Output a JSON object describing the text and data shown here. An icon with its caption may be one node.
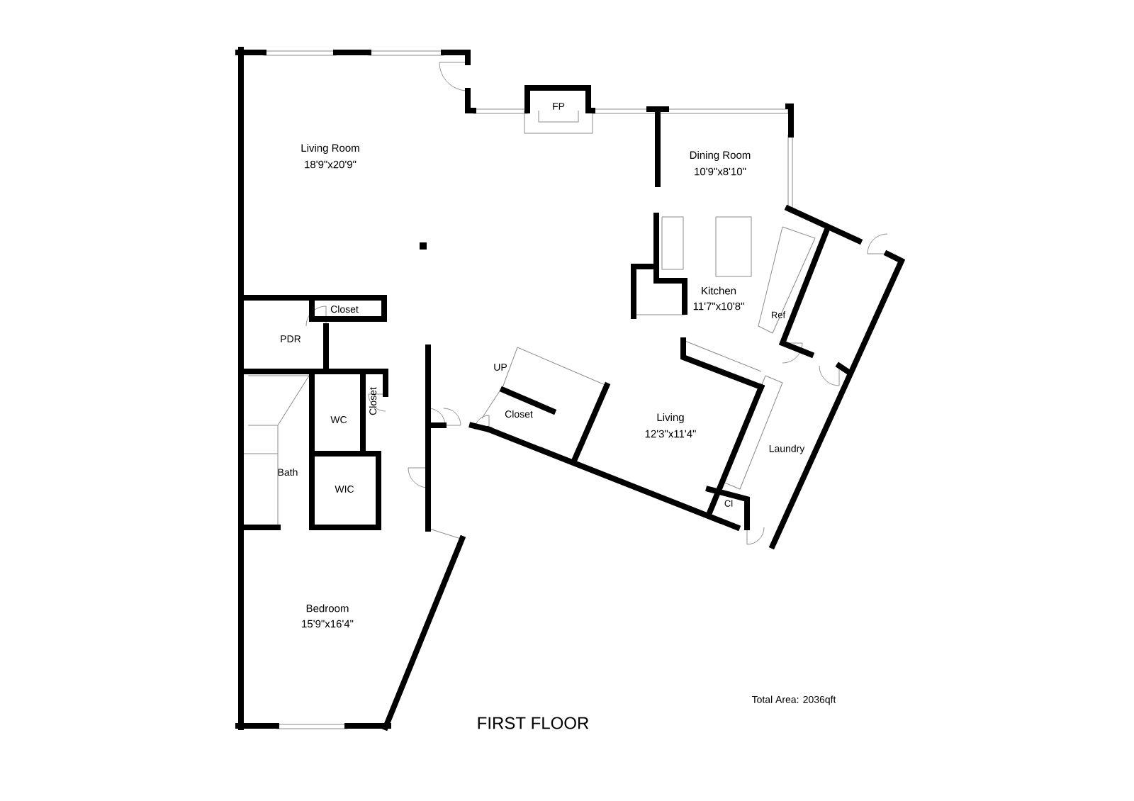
{
  "diagram": {
    "title": "FIRST FLOOR",
    "labels": [
      "Living Room",
      "18'9\"x20'9\"",
      "FP",
      "Dining Room",
      "10'9\"x8'10\"",
      "Closet",
      "PDR",
      "Kitchen",
      "11'7\"x10'8\"",
      "Ref",
      "UP",
      "WC",
      "Closet",
      "Closet",
      "Living",
      "12'3\"x11'4\"",
      "Laundry",
      "Bath",
      "WIC",
      "Cl",
      "Bedroom",
      "15'9\"x16'4\"",
      "Total Area: 2036qft"
    ]
  }
}
